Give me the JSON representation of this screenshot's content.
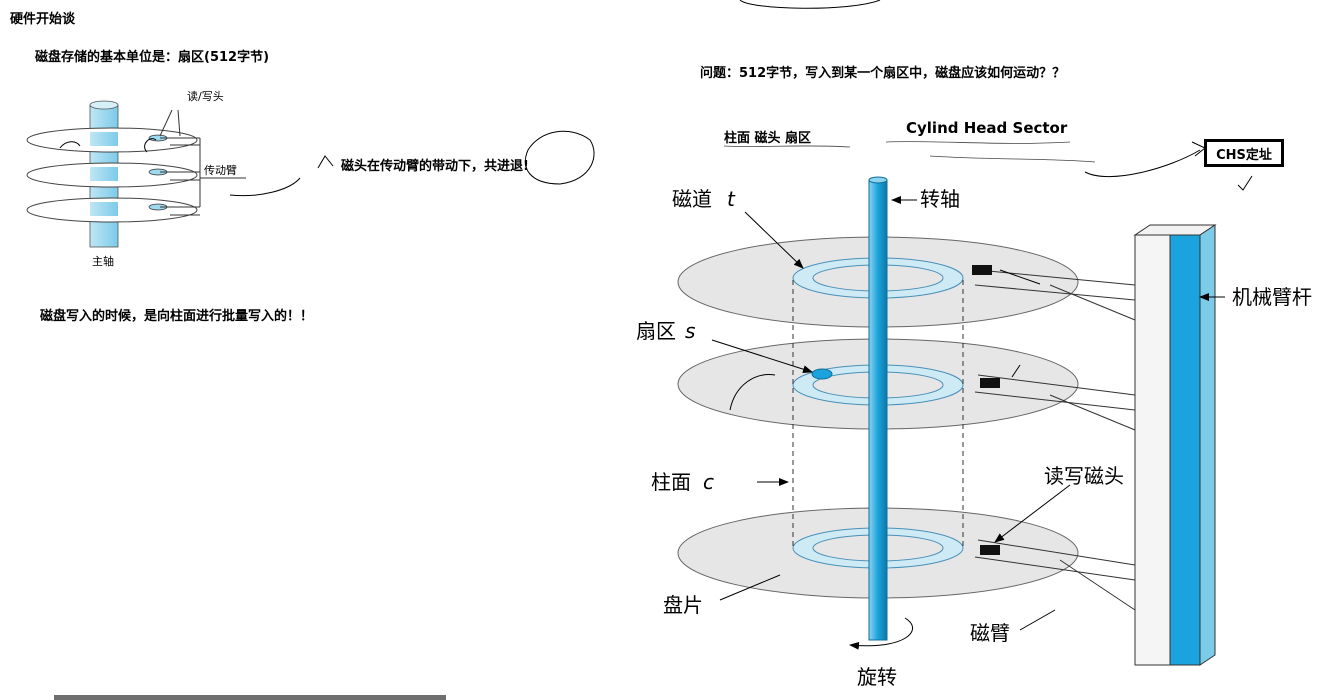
{
  "notes": {
    "title": "硬件开始谈",
    "unit": "磁盘存储的基本单位是：扇区(512字节)",
    "head_moves": "磁头在传动臂的带动下，共进退!",
    "write_mode": "磁盘写入的时候，是向柱面进行批量写入的！！",
    "question": "问题：512字节，写入到某一个扇区中，磁盘应该如何运动？？",
    "chs_cn": "柱面 磁头  扇区",
    "chs_en": "Cylind Head Sector",
    "chs_box": "CHS定址"
  },
  "small_diagram": {
    "read_write_head": "读/写头",
    "actuator_arm": "传动臂",
    "spindle": "主轴"
  },
  "big_diagram": {
    "track": "磁道",
    "track_var": "t",
    "spindle": "转轴",
    "sector": "扇区",
    "sector_var": "s",
    "arm_rod": "机械臂杆",
    "cylinder": "柱面",
    "cylinder_var": "c",
    "rw_head": "读写磁头",
    "platter": "盘片",
    "arm": "磁臂",
    "rotation": "旋转"
  },
  "colors": {
    "track_fill": "#cdeaf5",
    "spindle": "#1aa3dc",
    "platter": "#e6e6e6"
  }
}
